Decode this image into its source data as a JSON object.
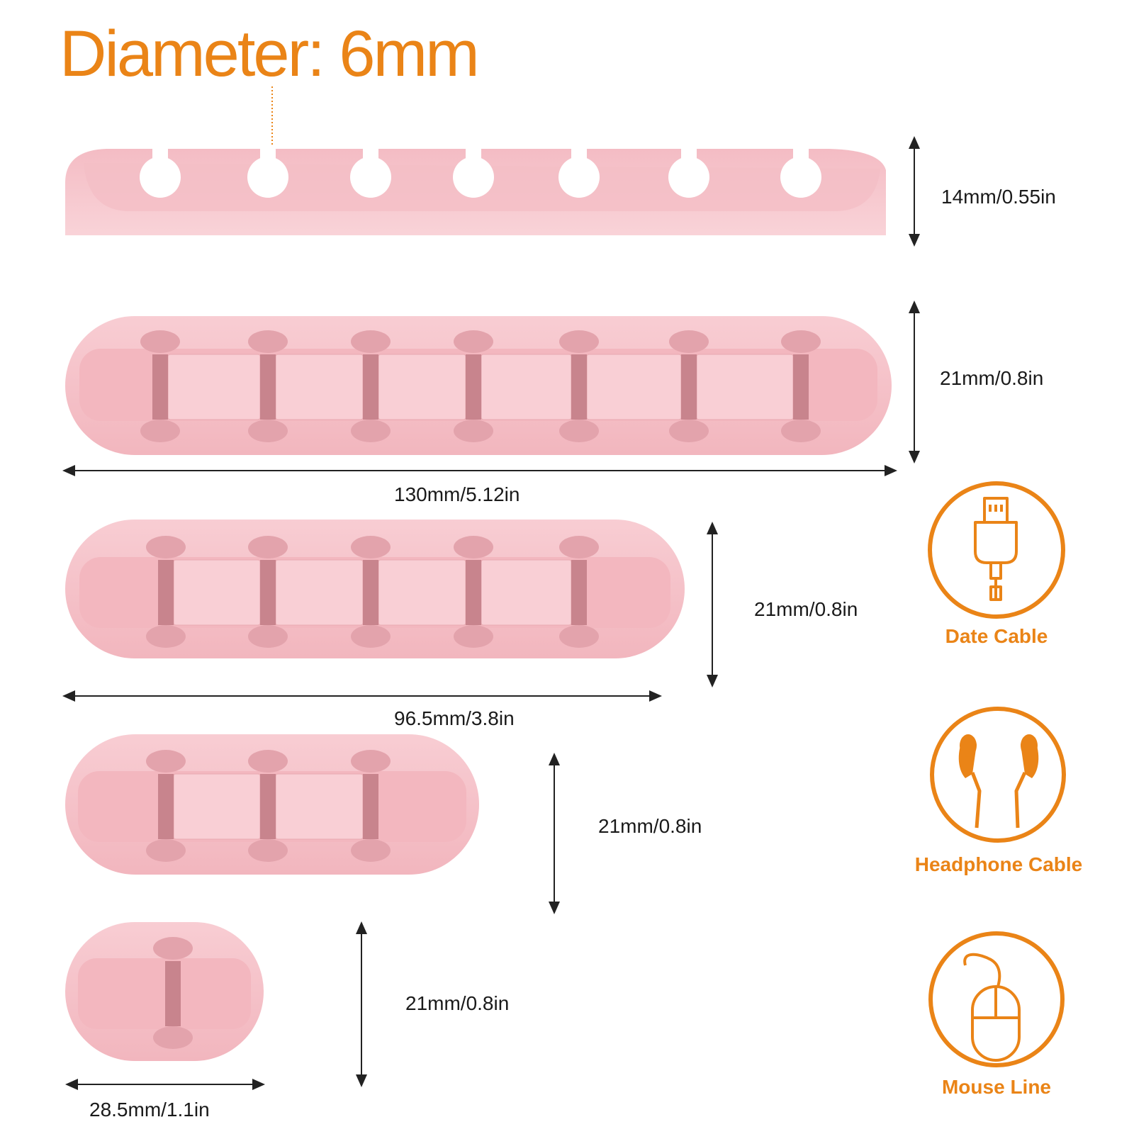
{
  "title": "Diameter: 6mm",
  "measurements": {
    "side_height": "14mm/0.55in",
    "seven_slot_height": "21mm/0.8in",
    "seven_slot_length": "130mm/5.12in",
    "five_slot_height": "21mm/0.8in",
    "five_slot_length": "96.5mm/3.8in",
    "three_slot_height": "21mm/0.8in",
    "one_slot_height": "21mm/0.8in",
    "one_slot_length": "28.5mm/1.1in"
  },
  "uses": [
    {
      "label": "Date Cable",
      "icon": "usb-cable-icon"
    },
    {
      "label": "Headphone Cable",
      "icon": "earphones-icon"
    },
    {
      "label": "Mouse Line",
      "icon": "mouse-icon"
    }
  ],
  "colors": {
    "accent": "#ea8417",
    "product_pink": "#f6c2c9",
    "product_shadow": "#d99aa3",
    "text": "#1a1a1a"
  }
}
